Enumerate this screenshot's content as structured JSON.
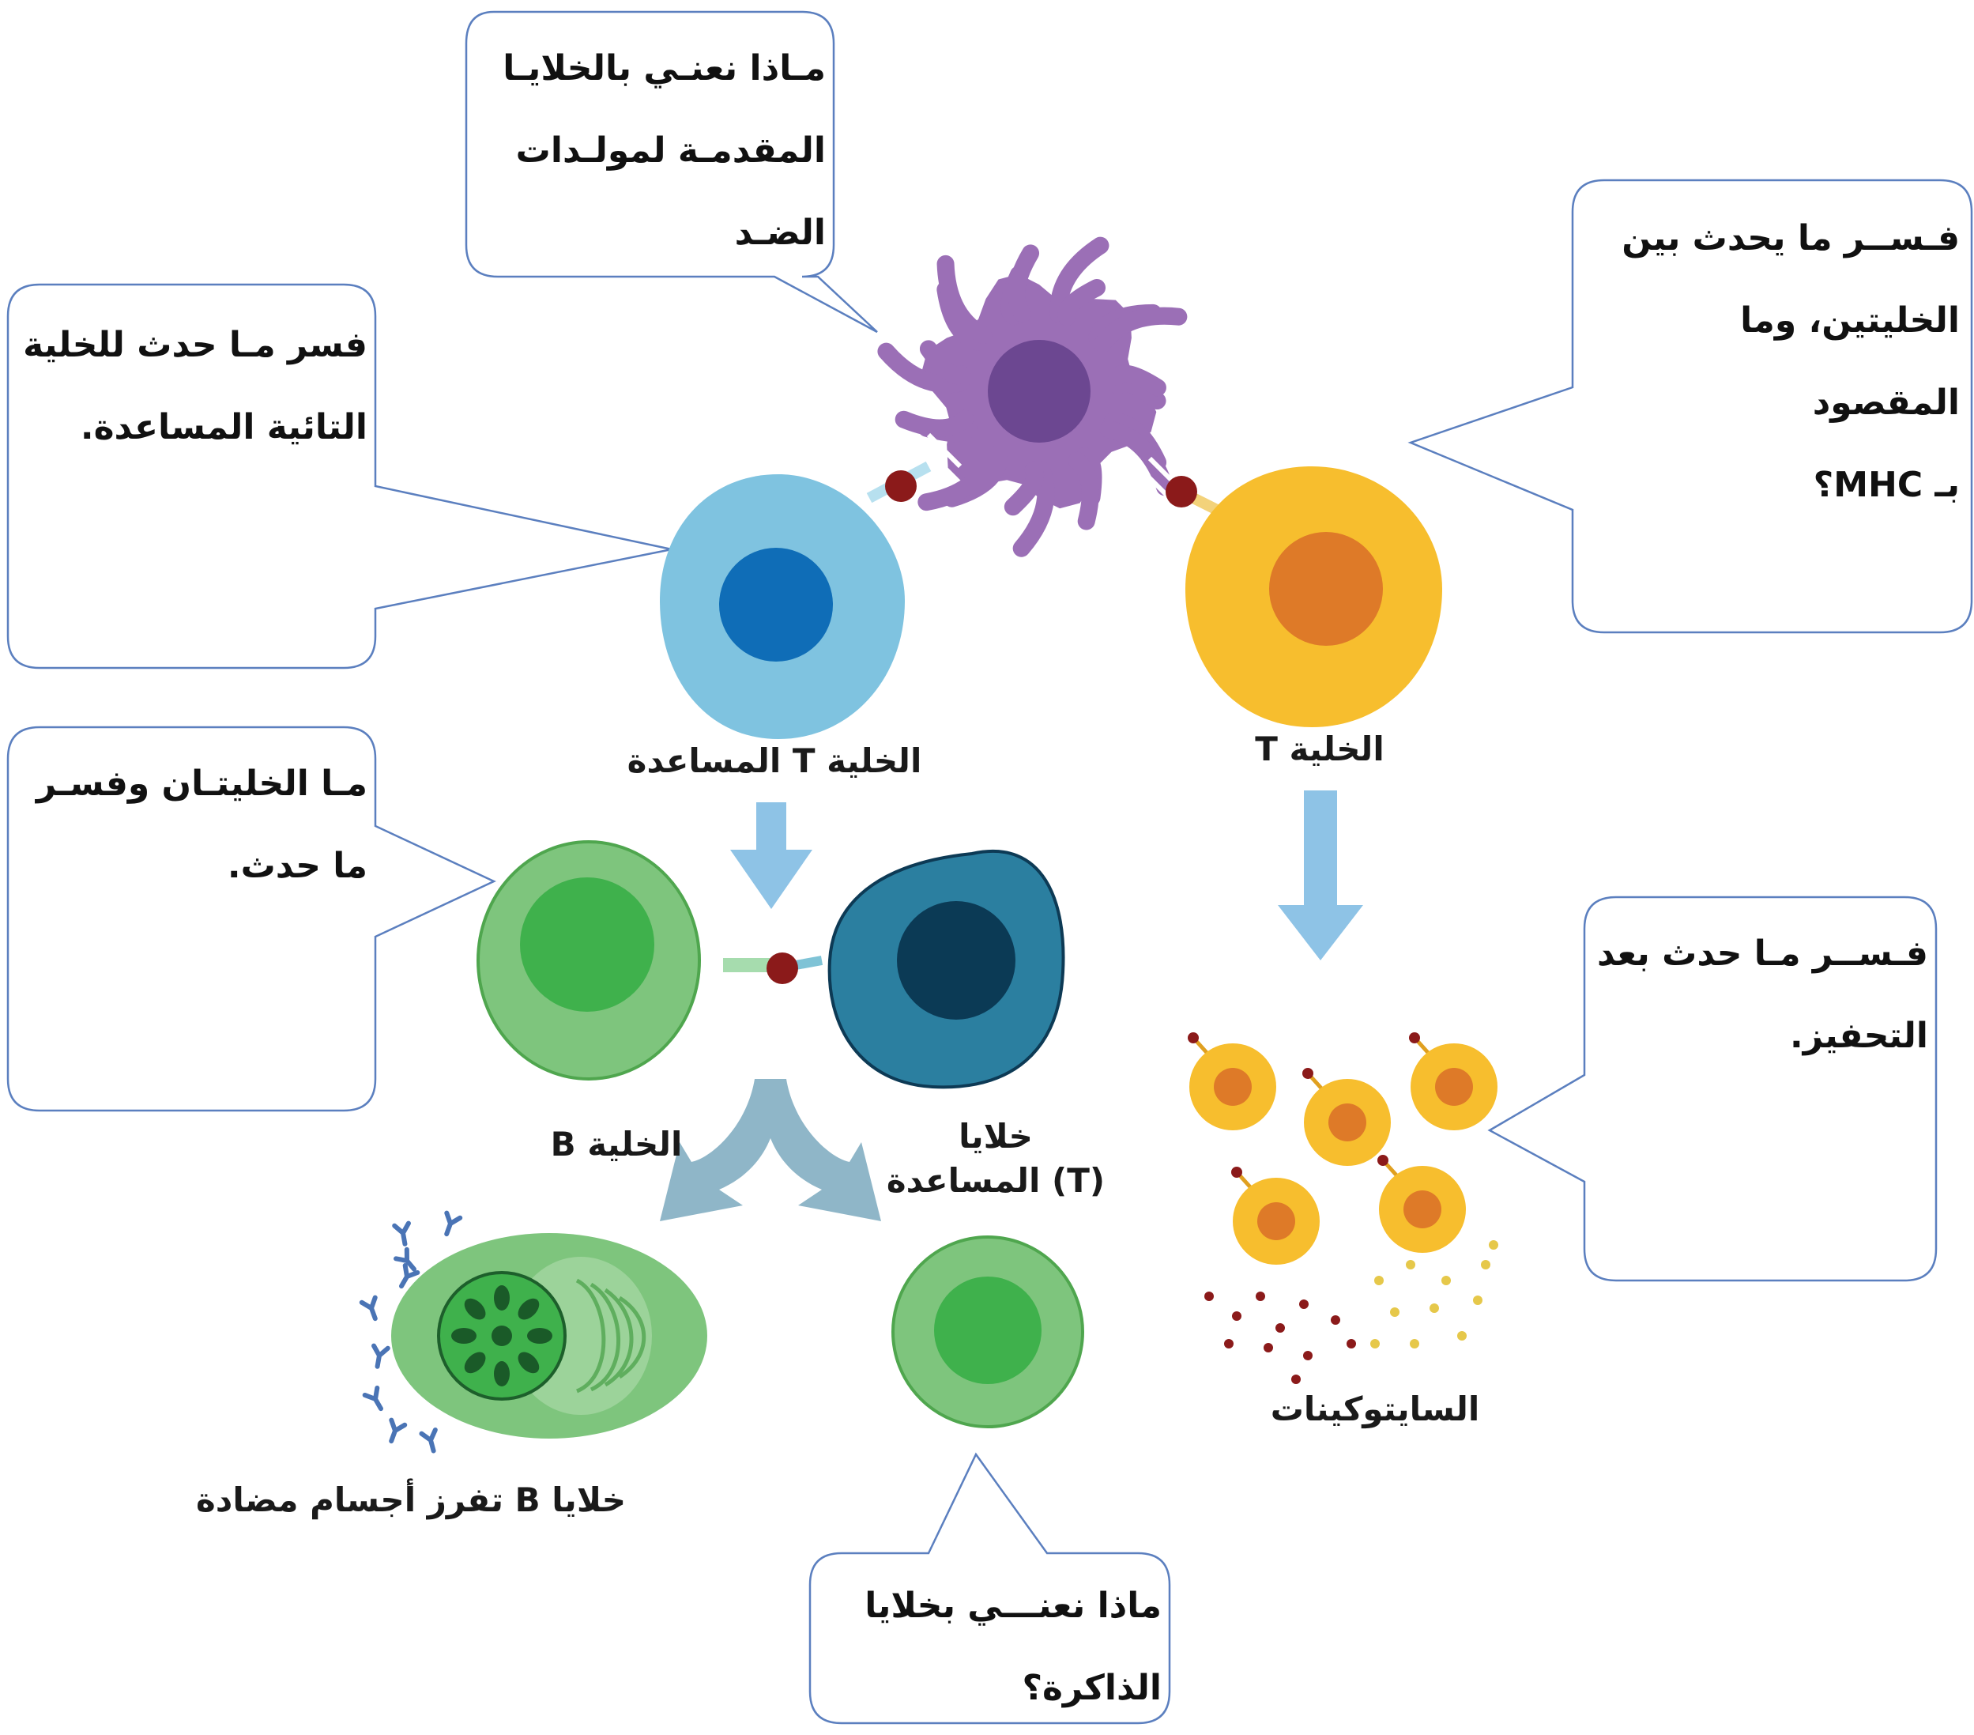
{
  "colors": {
    "bubble_stroke": "#5b7fbf",
    "dendritic": "#9b6fb6",
    "dendritic_nucleus": "#6c4791",
    "helper_t": "#7fc3e0",
    "helper_t_nucleus": "#0f6db7",
    "t_cell": "#f7be2e",
    "t_cell_nucleus": "#de7a28",
    "b_cell": "#7ec57d",
    "b_cell_nucleus": "#3fb14c",
    "activated_t": "#2b7fa0",
    "activated_t_nucleus": "#0b3a55",
    "arrow": "#8ec3e6",
    "split_arrow": "#8fb6c8",
    "antigen": "#8b1a1a",
    "antibody": "#4a74b5",
    "cytokine_red": "#8b1a1a",
    "cytokine_yellow": "#e6c84a"
  },
  "bubbles": {
    "apc": [
      "مـاذا نعنـي بالخلايـا",
      "المقدمـة لمولـدات",
      "الضـد"
    ],
    "helper": [
      "فسر مـا حدث للخلية",
      "التائية المساعدة."
    ],
    "mhc": [
      "فـســر ما يحدث بين",
      "الخليتين، وما المقصود",
      "بـ MHC؟"
    ],
    "two_cells": [
      "مـا الخليتـان وفسـر",
      "ما حدث."
    ],
    "stimulation": [
      "فـســر مـا حدث بعد",
      "التحفيز."
    ],
    "memory": [
      "ماذا نعنـــي بخلايا",
      "الذاكرة؟"
    ]
  },
  "labels": {
    "helper_t": "الخلية T المساعدة",
    "t_cell": "الخلية T",
    "b_cell": "الخلية B",
    "helper_t_cells": [
      "خلايا",
      "(T) المساعدة"
    ],
    "cytokines": "السايتوكينات",
    "plasma": "خلايا B تفرز أجسام مضادة"
  }
}
